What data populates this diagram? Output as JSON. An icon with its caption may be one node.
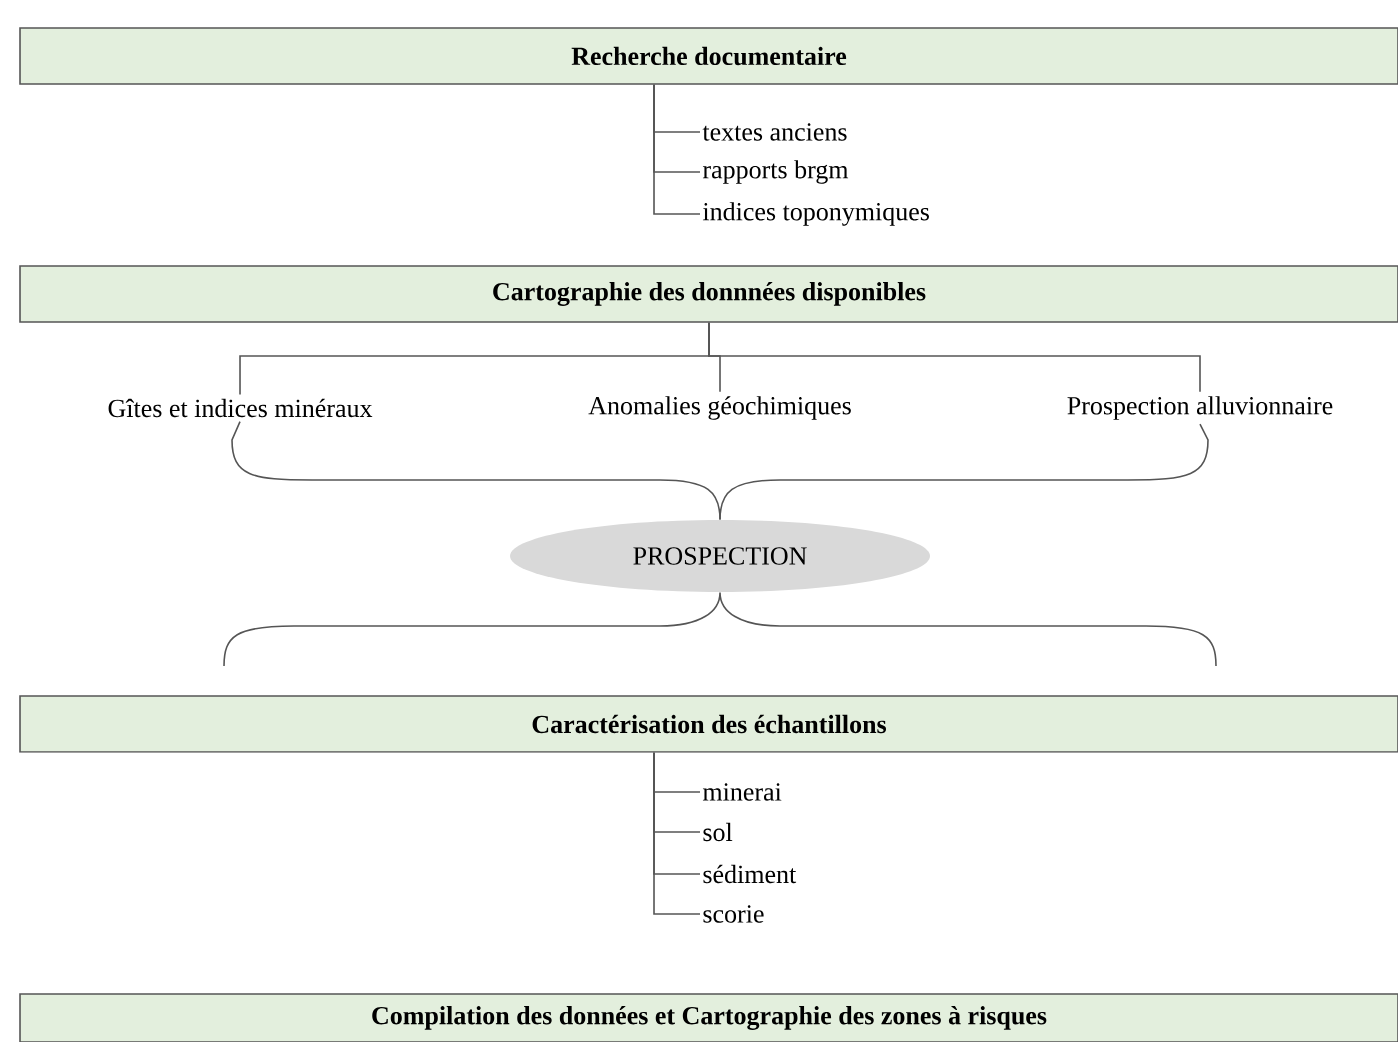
{
  "diagram": {
    "nodes": [
      {
        "text": [
          "Recherche documentaire"
        ]
      },
      {
        "text": [
          "textes anciens"
        ]
      },
      {
        "text": [
          "rapports brgm"
        ]
      },
      {
        "text": [
          "indices toponymiques"
        ]
      },
      {
        "text": [
          "Cartographie des donnnées disponibles"
        ]
      },
      {
        "text": [
          "Gîtes et indices minéraux"
        ]
      },
      {
        "text": [
          "Anomalies géochimiques"
        ]
      },
      {
        "text": [
          "Prospection alluvionnaire"
        ]
      },
      {
        "text": [
          "PROSPECTION"
        ]
      },
      {
        "text": [
          "Caractérisation des échantillons"
        ]
      },
      {
        "text": [
          "minerai"
        ]
      },
      {
        "text": [
          "sol"
        ]
      },
      {
        "text": [
          "sédiment"
        ]
      },
      {
        "text": [
          "scorie"
        ]
      },
      {
        "text": [
          "Compilation des données et Cartographie des zones à risques"
        ]
      }
    ],
    "edges": [
      {
        "from": 0,
        "to": 1,
        "arrow": "none"
      },
      {
        "from": 0,
        "to": 2,
        "arrow": "none"
      },
      {
        "from": 0,
        "to": 3,
        "arrow": "none"
      },
      {
        "from": 4,
        "to": 5,
        "arrow": "none"
      },
      {
        "from": 4,
        "to": 6,
        "arrow": "none"
      },
      {
        "from": 4,
        "to": 7,
        "arrow": "none"
      },
      {
        "from": 5,
        "to": 8,
        "arrow": "none"
      },
      {
        "from": 7,
        "to": 8,
        "arrow": "none"
      },
      {
        "from": 8,
        "to": 9,
        "arrow": "none"
      },
      {
        "from": 9,
        "to": 10,
        "arrow": "none"
      },
      {
        "from": 9,
        "to": 11,
        "arrow": "none"
      },
      {
        "from": 9,
        "to": 12,
        "arrow": "none"
      },
      {
        "from": 9,
        "to": 13,
        "arrow": "none"
      }
    ]
  }
}
